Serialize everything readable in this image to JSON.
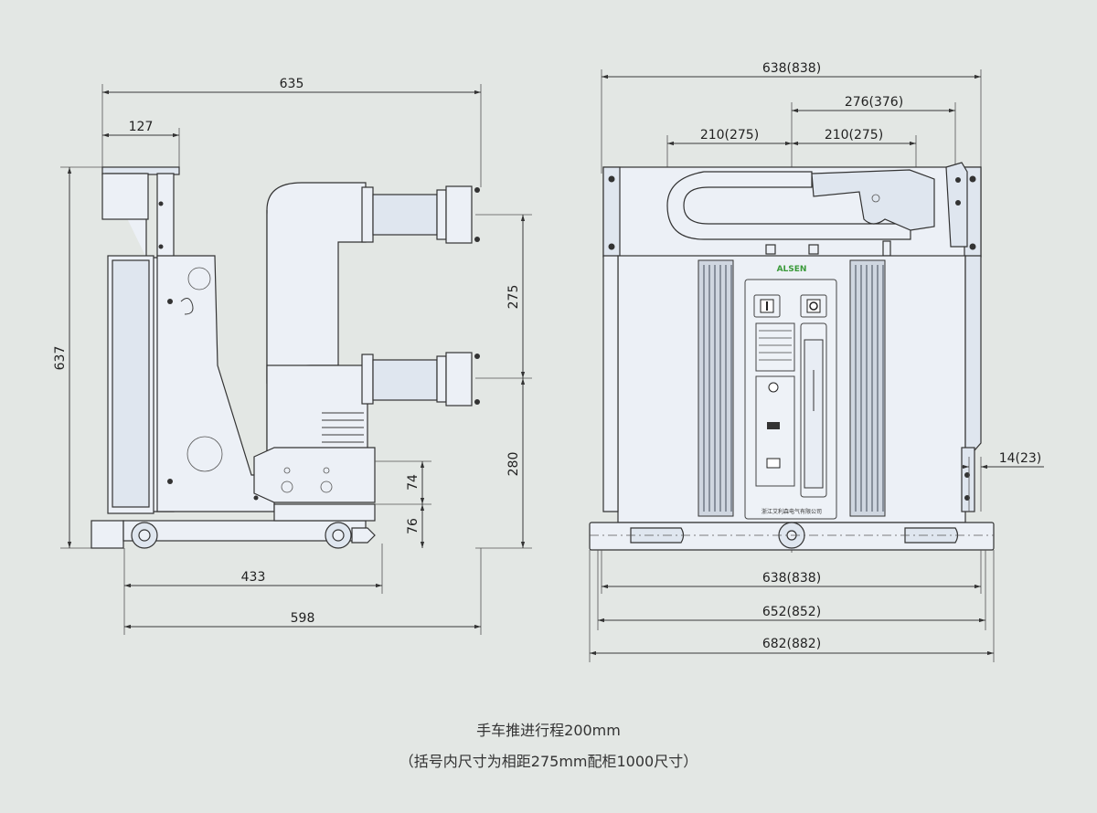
{
  "side_view": {
    "dimensions": {
      "total_width": "635",
      "top_offset": "127",
      "height": "637",
      "pole_spacing": "275",
      "lower_height": "280",
      "d74": "74",
      "d76": "76",
      "d433": "433",
      "d598": "598"
    }
  },
  "front_view": {
    "dimensions": {
      "top_width": "638(838)",
      "right_span": "276(376)",
      "left_pitch": "210(275)",
      "right_pitch": "210(275)",
      "side_gap": "14(23)",
      "w638": "638(838)",
      "w652": "652(852)",
      "w682": "682(882)"
    },
    "brand": "ALSEN",
    "company": "浙江艾利森电气有限公司"
  },
  "caption": {
    "line1": "手车推进行程200mm",
    "line2": "（括号内尺寸为相距275mm配柜1000尺寸）"
  }
}
